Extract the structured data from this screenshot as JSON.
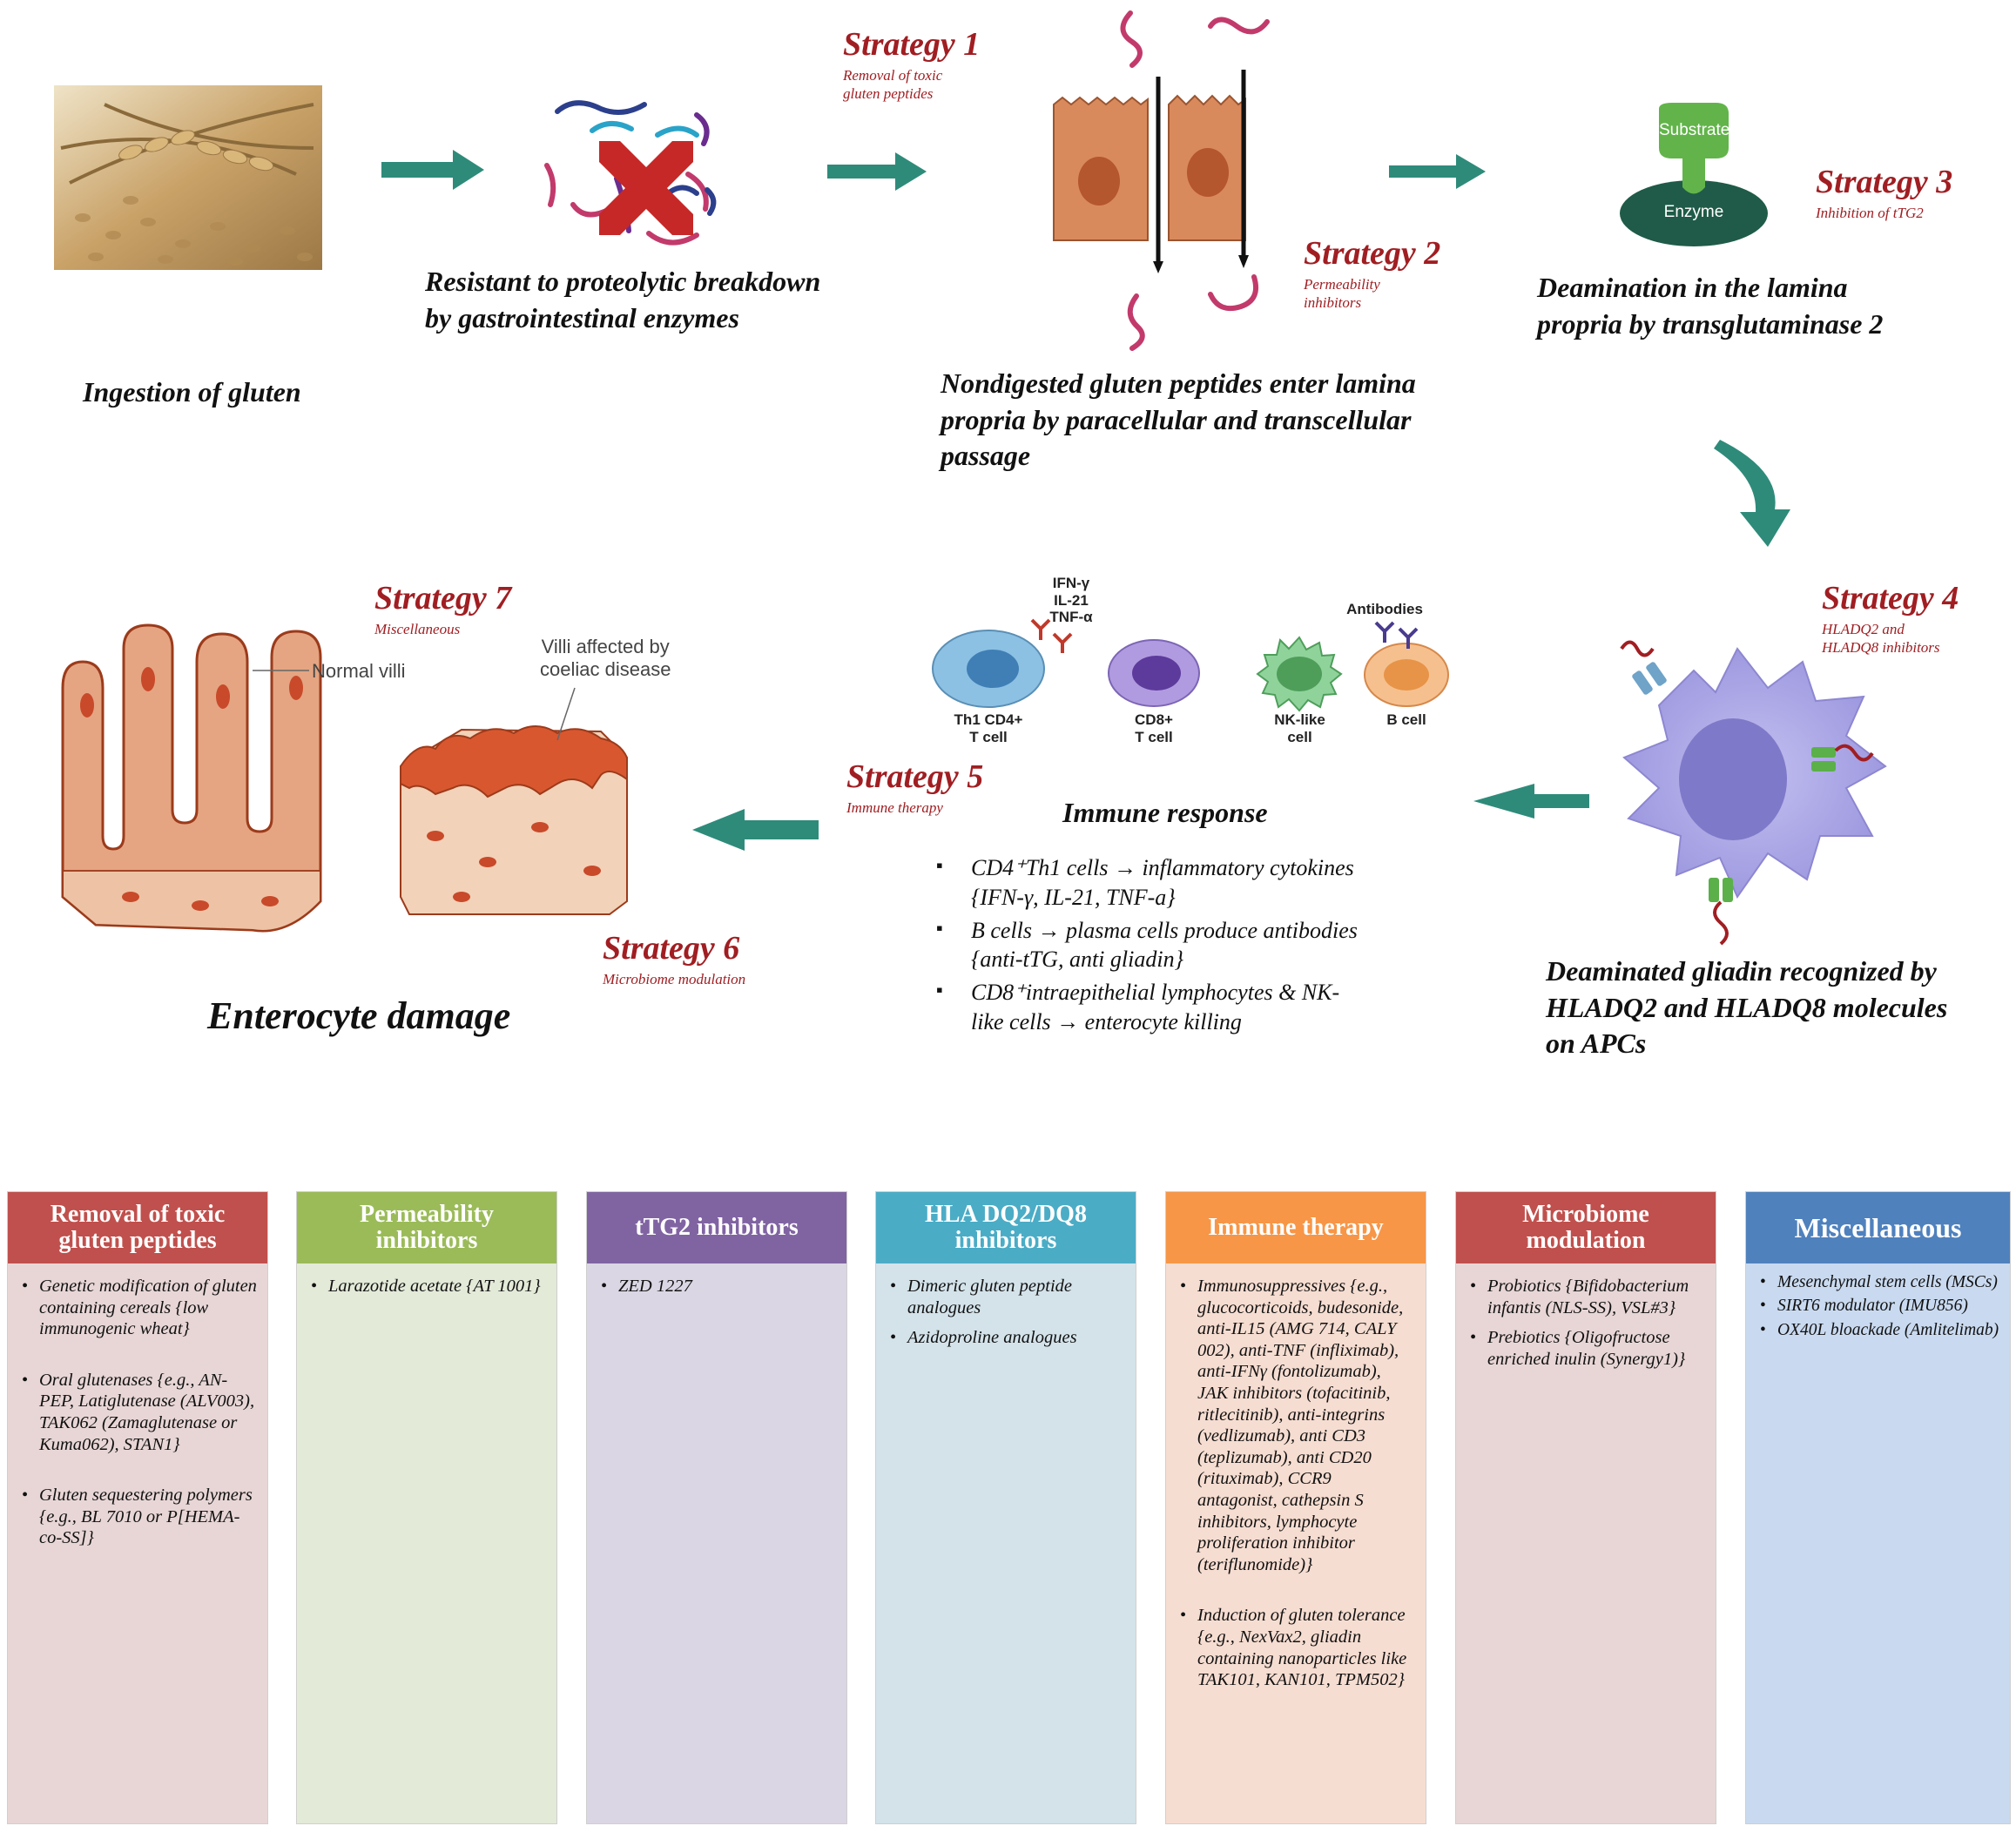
{
  "flow": {
    "ingestion": "Ingestion of gluten",
    "resistant_line1": "Resistant to proteolytic breakdown",
    "resistant_line2": "by gastrointestinal enzymes",
    "nondigested_line1": "Nondigested gluten peptides enter lamina",
    "nondigested_line2": "propria by paracellular and transcellular",
    "nondigested_line3": "passage",
    "deamination_line1": "Deamination in the lamina",
    "deamination_line2": "propria by transglutaminase 2",
    "substrate_label": "Substrate",
    "enzyme_label": "Enzyme",
    "apc_line1": "Deaminated gliadin recognized by",
    "apc_line2": "HLADQ2 and HLADQ8 molecules",
    "apc_line3": "on APCs",
    "immune_title": "Immune  response",
    "enterocyte_damage": "Enterocyte damage",
    "normal_villi": "Normal villi",
    "affected_villi_line1": "Villi affected by",
    "affected_villi_line2": "coeliac disease"
  },
  "strategies": {
    "s1": {
      "title": "Strategy 1",
      "sub1": "Removal of toxic",
      "sub2": "gluten peptides"
    },
    "s2": {
      "title": "Strategy 2",
      "sub1": "Permeability",
      "sub2": "inhibitors"
    },
    "s3": {
      "title": "Strategy 3",
      "sub1": "Inhibition of tTG2"
    },
    "s4": {
      "title": "Strategy 4",
      "sub1": "HLADQ2 and",
      "sub2": "HLADQ8 inhibitors"
    },
    "s5": {
      "title": "Strategy 5",
      "sub1": "Immune therapy"
    },
    "s6": {
      "title": "Strategy 6",
      "sub1": "Microbiome modulation"
    },
    "s7": {
      "title": "Strategy 7",
      "sub1": "Miscellaneous"
    }
  },
  "cells": {
    "cytokines_1": "IFN-γ",
    "cytokines_2": "IL-21",
    "cytokines_3": "TNF-α",
    "antibodies": "Antibodies",
    "th1_1": "Th1 CD4+",
    "th1_2": "T cell",
    "cd8_1": "CD8+",
    "cd8_2": "T cell",
    "nk_1": "NK-like",
    "nk_2": "cell",
    "bcell": "B cell"
  },
  "immune_bullets": [
    {
      "line1": "CD4⁺Th1 cells → inflammatory cytokines",
      "line2": "{IFN-γ, IL-21, TNF-a}"
    },
    {
      "line1": "B cells → plasma cells produce antibodies",
      "line2": "{anti-tTG, anti gliadin}"
    },
    {
      "line1": "CD8⁺intraepithelial lymphocytes & NK-",
      "line2": "like cells → enterocyte killing"
    }
  ],
  "boxes": [
    {
      "title_line1": "Removal of toxic",
      "title_line2": "gluten peptides",
      "color": "#c0504d",
      "bg": "#e8d6d6",
      "items": [
        "Genetic modification of gluten containing cereals {low immunogenic wheat}",
        "Oral glutenases {e.g., AN-PEP, Latiglutenase (ALV003), TAK062 (Zamaglutenase or Kuma062), STAN1}",
        " Gluten sequestering polymers {e.g., BL 7010 or P[HEMA-co-SS]}"
      ]
    },
    {
      "title_line1": "Permeability",
      "title_line2": "inhibitors",
      "color": "#9bbb59",
      "bg": "#e3ead8",
      "items": [
        "Larazotide acetate {AT 1001}"
      ]
    },
    {
      "title_line1": "tTG2 inhibitors",
      "title_line2": "",
      "color": "#8064a2",
      "bg": "#dbd6e3",
      "items": [
        "ZED 1227"
      ]
    },
    {
      "title_line1": "HLA DQ2/DQ8",
      "title_line2": "inhibitors",
      "color": "#4bacc6",
      "bg": "#d4e3ea",
      "items": [
        "Dimeric gluten peptide analogues",
        "Azidoproline analogues"
      ]
    },
    {
      "title_line1": "Immune therapy",
      "title_line2": "",
      "color": "#f79646",
      "bg": "#f6ddd1",
      "items": [
        "Immunosuppressives {e.g., glucocorticoids, budesonide, anti-IL15 (AMG 714, CALY 002), anti-TNF (infliximab), anti-IFNγ (fontolizumab), JAK inhibitors (tofacitinib, ritlecitinib), anti-integrins (vedlizumab), anti CD3 (teplizumab), anti CD20 (rituximab), CCR9 antagonist, cathepsin S inhibitors, lymphocyte proliferation inhibitor (teriflunomide)}",
        "Induction of gluten tolerance  {e.g., NexVax2, gliadin containing nanoparticles like TAK101, KAN101, TPM502}"
      ]
    },
    {
      "title_line1": "Microbiome",
      "title_line2": "modulation",
      "color": "#c0504d",
      "bg": "#e8d6d6",
      "items": [
        "Probiotics {Bifidobacterium infantis (NLS-SS), VSL#3}",
        "Prebiotics {Oligofructose enriched inulin (Synergy1)}"
      ]
    },
    {
      "title_line1": "Miscellaneous",
      "title_line2": "",
      "color": "#4f81bd",
      "bg": "#c9daf0",
      "items": [
        "Mesenchymal stem cells (MSCs)",
        "SIRT6 modulator (IMU856)",
        "OX40L bloackade (Amlitelimab)"
      ]
    }
  ]
}
